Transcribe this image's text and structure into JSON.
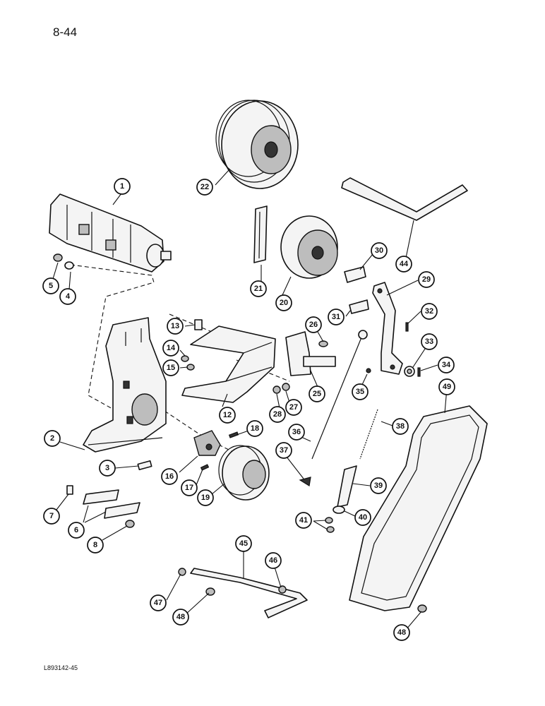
{
  "page_number": "8-44",
  "figure_code": "L893142-45",
  "callouts": [
    "1",
    "2",
    "3",
    "4",
    "5",
    "6",
    "7",
    "8",
    "12",
    "13",
    "14",
    "15",
    "16",
    "17",
    "18",
    "19",
    "20",
    "21",
    "22",
    "25",
    "26",
    "27",
    "28",
    "29",
    "30",
    "31",
    "32",
    "33",
    "34",
    "35",
    "36",
    "37",
    "38",
    "39",
    "40",
    "41",
    "44",
    "45",
    "46",
    "47",
    "48",
    "48",
    "49"
  ]
}
